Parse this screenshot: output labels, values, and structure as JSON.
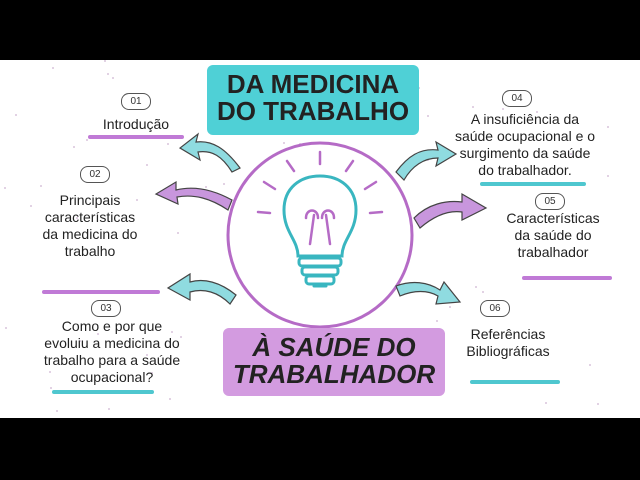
{
  "title_top": [
    "DA MEDICINA",
    "DO TRABALHO"
  ],
  "title_bottom": [
    "À SAÚDE DO",
    "TRABALHADOR"
  ],
  "items": [
    {
      "num": "01",
      "lines": [
        "Introdução"
      ]
    },
    {
      "num": "02",
      "lines": [
        "Principais",
        "características",
        "da medicina do",
        "trabalho"
      ]
    },
    {
      "num": "03",
      "lines": [
        "Como e por que",
        "evoluiu a medicina do",
        "trabalho para a saúde",
        "ocupacional?"
      ]
    },
    {
      "num": "04",
      "lines": [
        "A insuficiência da",
        "saúde ocupacional e o",
        "surgimento da saúde",
        "do trabalhador."
      ]
    },
    {
      "num": "05",
      "lines": [
        "Características",
        "da saúde do",
        "trabalhador"
      ]
    },
    {
      "num": "06",
      "lines": [
        "Referências",
        "Bibliográficas"
      ]
    }
  ],
  "colors": {
    "teal": "#4fd0d6",
    "purple": "#d39be0",
    "circle": "#b56bc6",
    "bulb_teal": "#39b6c0"
  },
  "center_icon": "lightbulb-icon"
}
